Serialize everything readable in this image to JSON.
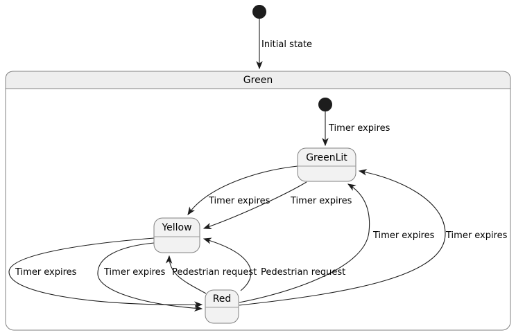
{
  "diagram": {
    "type": "state-machine",
    "composite": {
      "name": "Green"
    },
    "states": [
      {
        "name": "GreenLit"
      },
      {
        "name": "Yellow"
      },
      {
        "name": "Red"
      }
    ],
    "transitions": [
      {
        "from": "initial",
        "to": "Green",
        "label": "Initial state"
      },
      {
        "from": "initial",
        "to": "GreenLit",
        "label": "Timer expires"
      },
      {
        "from": "GreenLit",
        "to": "Yellow",
        "label": "Timer expires"
      },
      {
        "from": "GreenLit",
        "to": "Yellow",
        "label": "Timer expires"
      },
      {
        "from": "Yellow",
        "to": "Red",
        "label": "Timer expires"
      },
      {
        "from": "Yellow",
        "to": "Red",
        "label": "Timer expires"
      },
      {
        "from": "Red",
        "to": "GreenLit",
        "label": "Timer expires"
      },
      {
        "from": "Red",
        "to": "GreenLit",
        "label": "Timer expires"
      },
      {
        "from": "Red",
        "to": "Yellow",
        "label": "Pedestrian request"
      },
      {
        "from": "Red",
        "to": "Yellow",
        "label": "Pedestrian request"
      }
    ],
    "colors": {
      "background": "#FFFFFF",
      "state_fill": "#F2F2F2",
      "state_border": "#828282",
      "composite_title_fill": "#EEEEEE",
      "separator": "#9A9A9A",
      "edge": "#1C1C1C",
      "text": "#000000",
      "initial_dot": "#1D1D1D"
    }
  }
}
